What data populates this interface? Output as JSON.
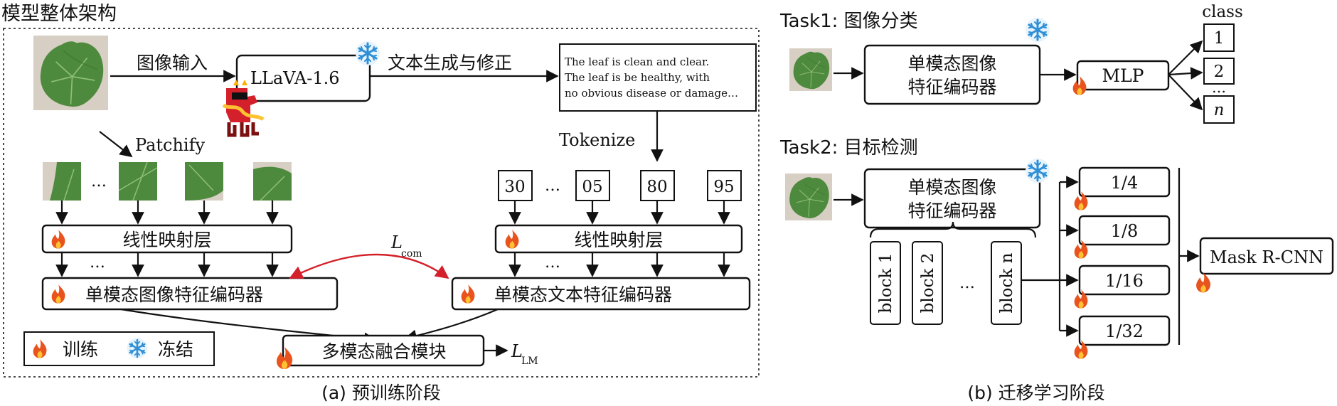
{
  "left_panel": {
    "title": "模型整体架构",
    "image_input": "图像输入",
    "llava_label": "LLaVA-1.6",
    "text_gen": "文本生成与修正",
    "caption_lines": [
      "The leaf is clean and clear.",
      "The leaf is be healthy, with",
      "no obvious disease or damage…"
    ],
    "patchify": "Patchify",
    "tokenize": "Tokenize",
    "tokens": [
      "30",
      "05",
      "80",
      "95"
    ],
    "ellipsis": "…",
    "linear_layer": "线性映射层",
    "image_encoder": "单模态图像特征编码器",
    "text_encoder": "单模态文本特征编码器",
    "loss_com_main": "L",
    "loss_com_sub": "com",
    "fusion": "多模态融合模块",
    "loss_lm_main": "L",
    "loss_lm_sub": "LM",
    "legend_train": "训练",
    "legend_freeze": "冻结",
    "caption": "(a) 预训练阶段"
  },
  "right_panel": {
    "task1_title": "Task1: 图像分类",
    "task1_encoder_line1": "单模态图像",
    "task1_encoder_line2": "特征编码器",
    "mlp": "MLP",
    "class_label": "class",
    "class_outputs": [
      "1",
      "2",
      "n"
    ],
    "class_ellipsis": "…",
    "task2_title": "Task2: 目标检测",
    "task2_encoder_line1": "单模态图像",
    "task2_encoder_line2": "特征编码器",
    "blocks": [
      "block 1",
      "block 2",
      "block n"
    ],
    "block_ellipsis": "…",
    "scales": [
      "1/4",
      "1/8",
      "1/16",
      "1/32"
    ],
    "mask_rcnn": "Mask R-CNN",
    "caption": "(b) 迁移学习阶段"
  },
  "icons": {
    "fire": "fire-icon",
    "snowflake": "snowflake-icon",
    "leaf": "leaf-image",
    "llama": "llama-mascot"
  },
  "colors": {
    "fire_outer": "#e8531e",
    "fire_inner": "#ffc233",
    "snow": "#2d8fd6",
    "leaf": "#4e8a3d",
    "leaf_bg": "#d7cfc4",
    "red_arrow": "#d4202a"
  }
}
